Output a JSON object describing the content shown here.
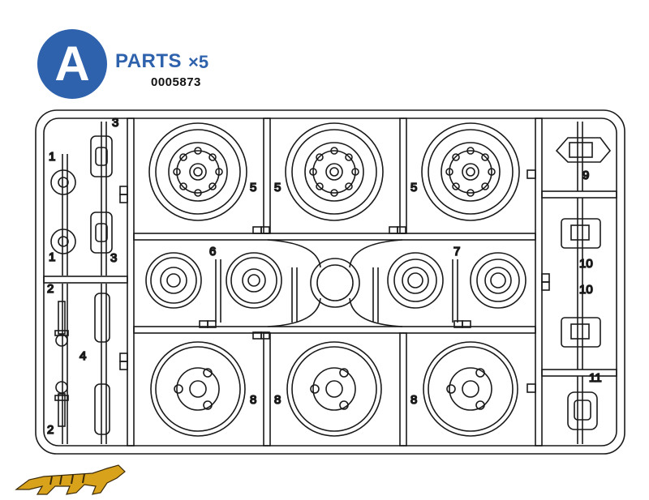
{
  "header": {
    "badge_letter": "A",
    "title": "PARTS",
    "quantity": "×5",
    "part_code": "0005873"
  },
  "part_labels": {
    "p1_top": "1",
    "p1_bottom": "1",
    "p2_top": "2",
    "p2_bottom": "2",
    "p3_top": "3",
    "p3_bottom": "3",
    "p4": "4",
    "p5_a": "5",
    "p5_b": "5",
    "p5_c": "5",
    "p6": "6",
    "p7": "7",
    "p8_a": "8",
    "p8_b": "8",
    "p8_c": "8",
    "p9": "9",
    "p10_top": "10",
    "p10_bottom": "10",
    "p11": "11"
  },
  "colors": {
    "badge": "#2f62ad",
    "title": "#2f62ad",
    "line": "#1a1a1a",
    "logo": "#d9a21b"
  },
  "logo_icon": "tiger-logo-icon"
}
